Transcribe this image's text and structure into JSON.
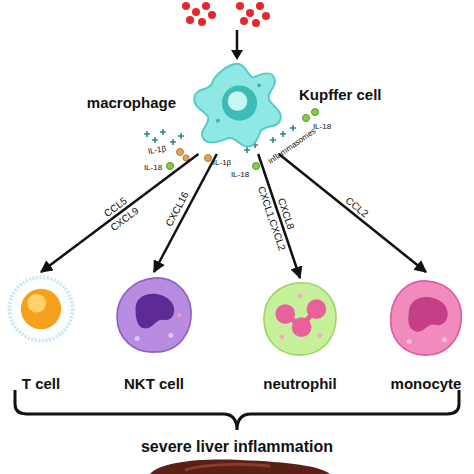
{
  "diagram": {
    "nodes": [
      {
        "text": [
          "macrophage",
          "Kupffer cell"
        ]
      },
      {
        "text": [
          "T cell"
        ]
      },
      {
        "text": [
          "NKT cell"
        ]
      },
      {
        "text": [
          "neutrophil"
        ]
      },
      {
        "text": [
          "monocyte"
        ]
      }
    ],
    "edges": [
      {
        "from": 0,
        "to": 1,
        "label": "CCL5 CXCL9",
        "arrow": "to"
      },
      {
        "from": 0,
        "to": 2,
        "label": "CXCL16",
        "arrow": "to"
      },
      {
        "from": 0,
        "to": 3,
        "label": "CXCL8 CXCL1,CXCL2",
        "arrow": "to"
      },
      {
        "from": 0,
        "to": 4,
        "label": "CCL2",
        "arrow": "to"
      }
    ],
    "labels": [
      "IL-1β",
      "IL-18",
      "IL-1β",
      "IL-18",
      "inflammasomes",
      "IL-18",
      "severe liver inflammation"
    ]
  }
}
